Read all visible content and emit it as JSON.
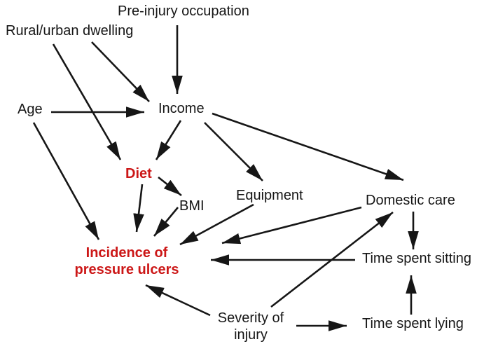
{
  "figure": {
    "type": "causal-diagram",
    "background": "#ffffff",
    "ink_color": "#161616",
    "highlight_color": "#cc1717"
  },
  "nodes": {
    "pre_injury_occupation": {
      "label": "Pre-injury occupation"
    },
    "rural_urban_dwelling": {
      "label": "Rural/urban dwelling"
    },
    "age": {
      "label": "Age"
    },
    "income": {
      "label": "Income"
    },
    "diet": {
      "label": "Diet",
      "highlighted": true
    },
    "bmi": {
      "label": "BMI"
    },
    "equipment": {
      "label": "Equipment"
    },
    "domestic_care": {
      "label": "Domestic care"
    },
    "incidence_of_pressure_ulcers": {
      "line1": "Incidence of",
      "line2": "pressure ulcers",
      "highlighted": true
    },
    "time_spent_sitting": {
      "label": "Time spent sitting"
    },
    "severity_of_injury": {
      "line1": "Severity of",
      "line2": "injury"
    },
    "time_spent_lying": {
      "label": "Time spent lying"
    }
  },
  "edges": [
    {
      "from": "pre_injury_occupation",
      "to": "income"
    },
    {
      "from": "rural_urban_dwelling",
      "to": "income"
    },
    {
      "from": "rural_urban_dwelling",
      "to": "diet"
    },
    {
      "from": "age",
      "to": "income"
    },
    {
      "from": "age",
      "to": "incidence_of_pressure_ulcers"
    },
    {
      "from": "income",
      "to": "diet"
    },
    {
      "from": "income",
      "to": "equipment"
    },
    {
      "from": "income",
      "to": "domestic_care"
    },
    {
      "from": "diet",
      "to": "bmi"
    },
    {
      "from": "diet",
      "to": "incidence_of_pressure_ulcers"
    },
    {
      "from": "bmi",
      "to": "incidence_of_pressure_ulcers"
    },
    {
      "from": "equipment",
      "to": "incidence_of_pressure_ulcers"
    },
    {
      "from": "domestic_care",
      "to": "incidence_of_pressure_ulcers"
    },
    {
      "from": "domestic_care",
      "to": "time_spent_sitting"
    },
    {
      "from": "time_spent_sitting",
      "to": "incidence_of_pressure_ulcers"
    },
    {
      "from": "time_spent_lying",
      "to": "time_spent_sitting"
    },
    {
      "from": "severity_of_injury",
      "to": "time_spent_lying"
    },
    {
      "from": "severity_of_injury",
      "to": "domestic_care"
    },
    {
      "from": "severity_of_injury",
      "to": "incidence_of_pressure_ulcers"
    }
  ]
}
